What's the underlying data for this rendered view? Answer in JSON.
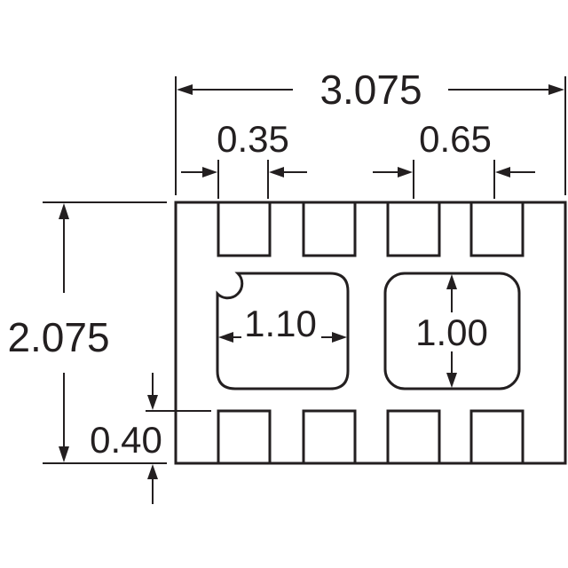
{
  "dimensions": {
    "overall_width": "3.075",
    "overall_height": "2.075",
    "pad_width": "0.35",
    "pad_pitch": "0.65",
    "pad_height": "0.40",
    "left_thermal_pad_width": "1.10",
    "right_thermal_pad_height": "1.00"
  },
  "colors": {
    "line": "#231f20",
    "background": "#ffffff"
  },
  "icons": {
    "arrowhead": "filled-triangle-arrow-icon",
    "pin1_marker": "notch-icon"
  }
}
